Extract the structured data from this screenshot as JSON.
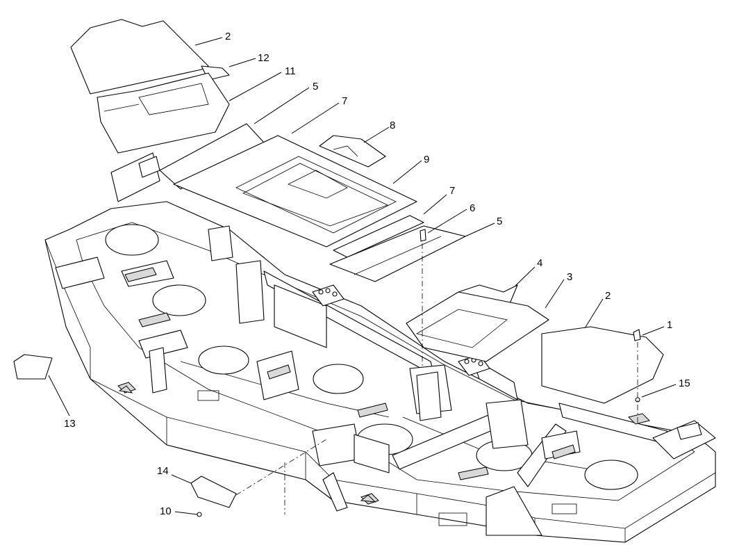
{
  "callouts": [
    {
      "id": "c1",
      "text": "1"
    },
    {
      "id": "c2a",
      "text": "2"
    },
    {
      "id": "c2b",
      "text": "2"
    },
    {
      "id": "c3",
      "text": "3"
    },
    {
      "id": "c4",
      "text": "4"
    },
    {
      "id": "c5a",
      "text": "5"
    },
    {
      "id": "c5b",
      "text": "5"
    },
    {
      "id": "c6",
      "text": "6"
    },
    {
      "id": "c7a",
      "text": "7"
    },
    {
      "id": "c7b",
      "text": "7"
    },
    {
      "id": "c8",
      "text": "8"
    },
    {
      "id": "c9",
      "text": "9"
    },
    {
      "id": "c10",
      "text": "10"
    },
    {
      "id": "c11",
      "text": "11"
    },
    {
      "id": "c12",
      "text": "12"
    },
    {
      "id": "c13",
      "text": "13"
    },
    {
      "id": "c14",
      "text": "14"
    },
    {
      "id": "c15",
      "text": "15"
    }
  ]
}
